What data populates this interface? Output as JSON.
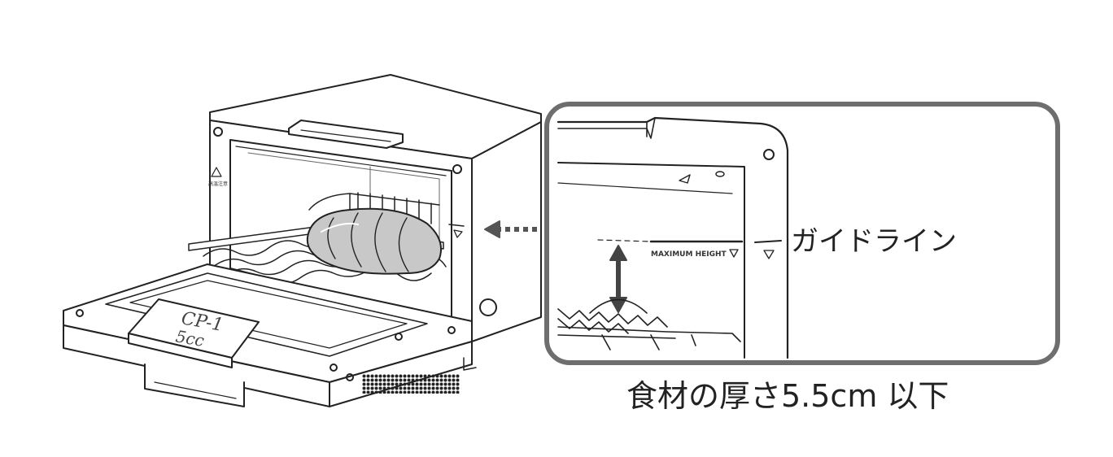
{
  "labels": {
    "guide_line": "ガイドライン",
    "food_thickness": "食材の厚さ5.5cm 以下",
    "max_height": "MAXIMUM HEIGHT",
    "cup_top": "CP-1",
    "cup_bottom": "5cc",
    "caution": "高温注意"
  },
  "colors": {
    "stroke": "#222222",
    "frame": "#6e6e6e",
    "bread_fill": "#c8c8c8",
    "arrow": "#555555",
    "background": "#ffffff"
  },
  "icons": [
    "warning-triangle-icon",
    "double-arrow-icon",
    "dotted-arrow-icon",
    "triangle-marker-icon"
  ]
}
